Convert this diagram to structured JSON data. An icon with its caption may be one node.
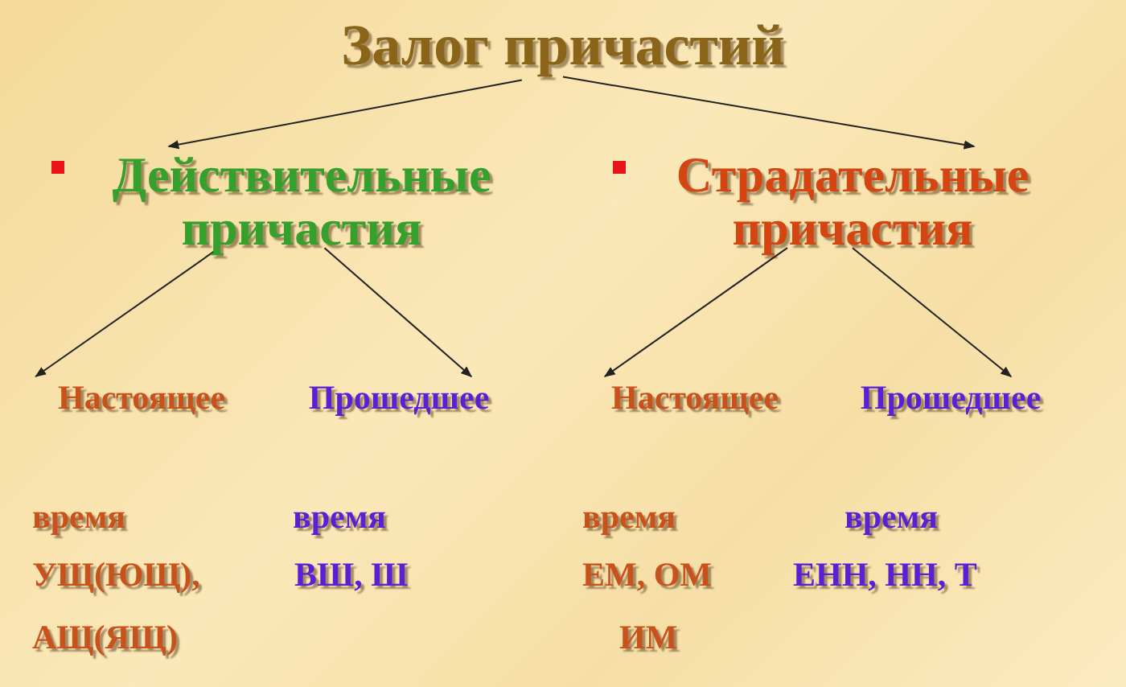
{
  "diagram": {
    "nodes": [
      {
        "text": [
          "Залог причастий"
        ]
      },
      {
        "text": [
          "Действительные причастия"
        ]
      },
      {
        "text": [
          "Страдательные причастия"
        ]
      },
      {
        "text": [
          "Настоящее"
        ]
      },
      {
        "text": [
          "Прошедшее"
        ]
      },
      {
        "text": [
          "Настоящее"
        ]
      },
      {
        "text": [
          "Прошедшее"
        ]
      }
    ],
    "edges": [
      {
        "from": 0,
        "to": 1,
        "arrow": "to"
      },
      {
        "from": 0,
        "to": 2,
        "arrow": "to"
      },
      {
        "from": 1,
        "to": 3,
        "arrow": "to"
      },
      {
        "from": 1,
        "to": 4,
        "arrow": "to"
      },
      {
        "from": 2,
        "to": 5,
        "arrow": "to"
      },
      {
        "from": 2,
        "to": 6,
        "arrow": "to"
      }
    ],
    "labels": [
      "время",
      "время",
      "время",
      "время",
      "УЩ(ЮЩ),",
      "ВШ, Ш",
      "ЕМ, ОМ",
      "ЕНН, НН, Т",
      "АЩ(ЯЩ)",
      "ИМ"
    ]
  }
}
